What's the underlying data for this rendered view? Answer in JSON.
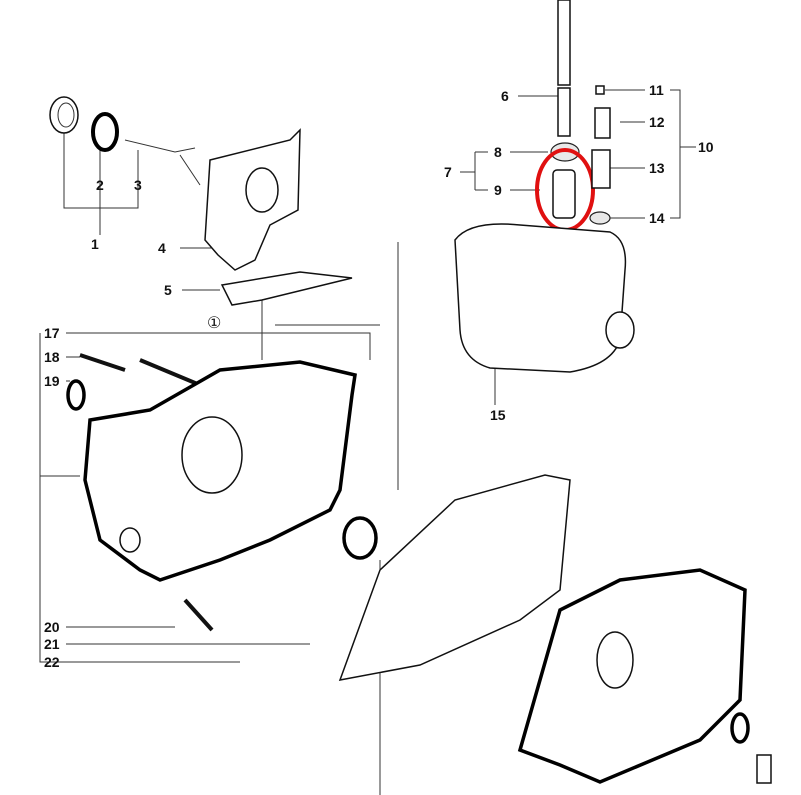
{
  "diagram": {
    "title": "Crankcase and fuel tank exploded parts view",
    "callouts": [
      "1",
      "2",
      "3",
      "4",
      "5",
      "6",
      "7",
      "8",
      "9",
      "10",
      "11",
      "12",
      "13",
      "14",
      "15",
      "17",
      "18",
      "19",
      "20",
      "21",
      "22",
      "①"
    ],
    "highlight": {
      "part": "9",
      "color": "#e01010"
    }
  }
}
